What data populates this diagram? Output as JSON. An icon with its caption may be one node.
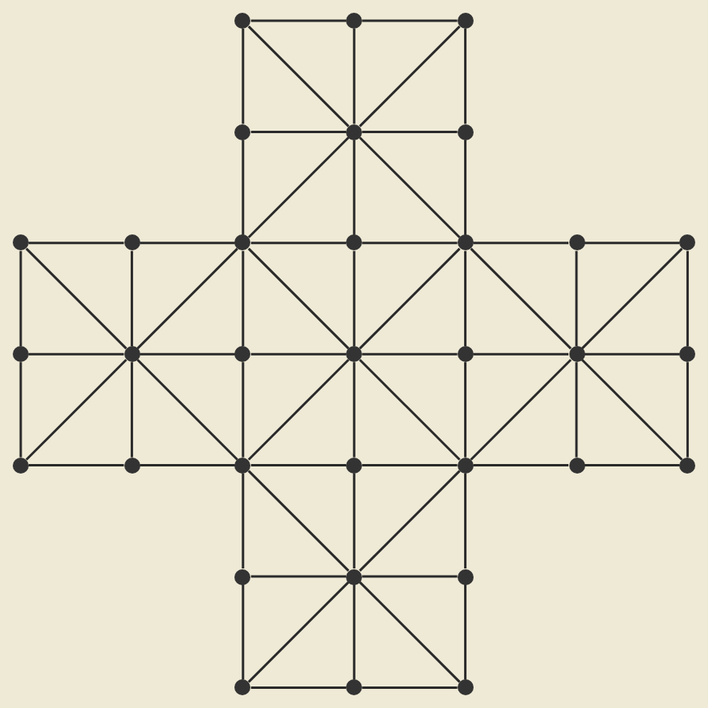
{
  "diagram": {
    "nodes": [
      {
        "text": [],
        "shape": "circle"
      },
      {
        "text": [],
        "shape": "circle"
      },
      {
        "text": [],
        "shape": "circle"
      },
      {
        "text": [],
        "shape": "circle"
      },
      {
        "text": [],
        "shape": "circle"
      },
      {
        "text": [],
        "shape": "circle"
      },
      {
        "text": [],
        "shape": "circle"
      },
      {
        "text": [],
        "shape": "circle"
      },
      {
        "text": [],
        "shape": "circle"
      },
      {
        "text": [],
        "shape": "circle"
      },
      {
        "text": [],
        "shape": "circle"
      },
      {
        "text": [],
        "shape": "circle"
      },
      {
        "text": [],
        "shape": "circle"
      },
      {
        "text": [],
        "shape": "circle"
      },
      {
        "text": [],
        "shape": "circle"
      },
      {
        "text": [],
        "shape": "circle"
      },
      {
        "text": [],
        "shape": "circle"
      },
      {
        "text": [],
        "shape": "circle"
      },
      {
        "text": [],
        "shape": "circle"
      },
      {
        "text": [],
        "shape": "circle"
      },
      {
        "text": [],
        "shape": "circle"
      },
      {
        "text": [],
        "shape": "circle"
      },
      {
        "text": [],
        "shape": "circle"
      },
      {
        "text": [],
        "shape": "circle"
      },
      {
        "text": [],
        "shape": "circle"
      },
      {
        "text": [],
        "shape": "circle"
      },
      {
        "text": [],
        "shape": "circle"
      },
      {
        "text": [],
        "shape": "circle"
      },
      {
        "text": [],
        "shape": "circle"
      },
      {
        "text": [],
        "shape": "circle"
      },
      {
        "text": [],
        "shape": "circle"
      },
      {
        "text": [],
        "shape": "circle"
      },
      {
        "text": [],
        "shape": "circle"
      }
    ],
    "edges": [
      {
        "from": 0,
        "to": 1,
        "arrow": "none"
      },
      {
        "from": 1,
        "to": 2,
        "arrow": "none"
      },
      {
        "from": 3,
        "to": 4,
        "arrow": "none"
      },
      {
        "from": 4,
        "to": 5,
        "arrow": "none"
      },
      {
        "from": 6,
        "to": 7,
        "arrow": "none"
      },
      {
        "from": 7,
        "to": 8,
        "arrow": "none"
      },
      {
        "from": 8,
        "to": 9,
        "arrow": "none"
      },
      {
        "from": 9,
        "to": 10,
        "arrow": "none"
      },
      {
        "from": 10,
        "to": 11,
        "arrow": "none"
      },
      {
        "from": 11,
        "to": 12,
        "arrow": "none"
      },
      {
        "from": 13,
        "to": 14,
        "arrow": "none"
      },
      {
        "from": 14,
        "to": 15,
        "arrow": "none"
      },
      {
        "from": 15,
        "to": 16,
        "arrow": "none"
      },
      {
        "from": 16,
        "to": 17,
        "arrow": "none"
      },
      {
        "from": 17,
        "to": 18,
        "arrow": "none"
      },
      {
        "from": 18,
        "to": 19,
        "arrow": "none"
      },
      {
        "from": 20,
        "to": 21,
        "arrow": "none"
      },
      {
        "from": 21,
        "to": 22,
        "arrow": "none"
      },
      {
        "from": 22,
        "to": 23,
        "arrow": "none"
      },
      {
        "from": 23,
        "to": 24,
        "arrow": "none"
      },
      {
        "from": 24,
        "to": 25,
        "arrow": "none"
      },
      {
        "from": 25,
        "to": 26,
        "arrow": "none"
      },
      {
        "from": 27,
        "to": 28,
        "arrow": "none"
      },
      {
        "from": 28,
        "to": 29,
        "arrow": "none"
      },
      {
        "from": 30,
        "to": 31,
        "arrow": "none"
      },
      {
        "from": 31,
        "to": 32,
        "arrow": "none"
      },
      {
        "from": 6,
        "to": 13,
        "arrow": "none"
      },
      {
        "from": 13,
        "to": 20,
        "arrow": "none"
      },
      {
        "from": 7,
        "to": 14,
        "arrow": "none"
      },
      {
        "from": 14,
        "to": 21,
        "arrow": "none"
      },
      {
        "from": 0,
        "to": 3,
        "arrow": "none"
      },
      {
        "from": 3,
        "to": 8,
        "arrow": "none"
      },
      {
        "from": 8,
        "to": 15,
        "arrow": "none"
      },
      {
        "from": 15,
        "to": 22,
        "arrow": "none"
      },
      {
        "from": 22,
        "to": 27,
        "arrow": "none"
      },
      {
        "from": 27,
        "to": 30,
        "arrow": "none"
      },
      {
        "from": 1,
        "to": 4,
        "arrow": "none"
      },
      {
        "from": 4,
        "to": 9,
        "arrow": "none"
      },
      {
        "from": 9,
        "to": 16,
        "arrow": "none"
      },
      {
        "from": 16,
        "to": 23,
        "arrow": "none"
      },
      {
        "from": 23,
        "to": 28,
        "arrow": "none"
      },
      {
        "from": 28,
        "to": 31,
        "arrow": "none"
      },
      {
        "from": 2,
        "to": 5,
        "arrow": "none"
      },
      {
        "from": 5,
        "to": 10,
        "arrow": "none"
      },
      {
        "from": 10,
        "to": 17,
        "arrow": "none"
      },
      {
        "from": 17,
        "to": 24,
        "arrow": "none"
      },
      {
        "from": 24,
        "to": 29,
        "arrow": "none"
      },
      {
        "from": 29,
        "to": 32,
        "arrow": "none"
      },
      {
        "from": 11,
        "to": 18,
        "arrow": "none"
      },
      {
        "from": 18,
        "to": 25,
        "arrow": "none"
      },
      {
        "from": 12,
        "to": 19,
        "arrow": "none"
      },
      {
        "from": 19,
        "to": 26,
        "arrow": "none"
      },
      {
        "from": 4,
        "to": 0,
        "arrow": "none"
      },
      {
        "from": 4,
        "to": 2,
        "arrow": "none"
      },
      {
        "from": 4,
        "to": 8,
        "arrow": "none"
      },
      {
        "from": 4,
        "to": 10,
        "arrow": "none"
      },
      {
        "from": 14,
        "to": 6,
        "arrow": "none"
      },
      {
        "from": 14,
        "to": 8,
        "arrow": "none"
      },
      {
        "from": 14,
        "to": 20,
        "arrow": "none"
      },
      {
        "from": 14,
        "to": 22,
        "arrow": "none"
      },
      {
        "from": 16,
        "to": 8,
        "arrow": "none"
      },
      {
        "from": 16,
        "to": 10,
        "arrow": "none"
      },
      {
        "from": 16,
        "to": 22,
        "arrow": "none"
      },
      {
        "from": 16,
        "to": 24,
        "arrow": "none"
      },
      {
        "from": 18,
        "to": 10,
        "arrow": "none"
      },
      {
        "from": 18,
        "to": 12,
        "arrow": "none"
      },
      {
        "from": 18,
        "to": 24,
        "arrow": "none"
      },
      {
        "from": 18,
        "to": 26,
        "arrow": "none"
      },
      {
        "from": 28,
        "to": 22,
        "arrow": "none"
      },
      {
        "from": 28,
        "to": 24,
        "arrow": "none"
      },
      {
        "from": 28,
        "to": 30,
        "arrow": "none"
      },
      {
        "from": 28,
        "to": 32,
        "arrow": "none"
      }
    ]
  }
}
